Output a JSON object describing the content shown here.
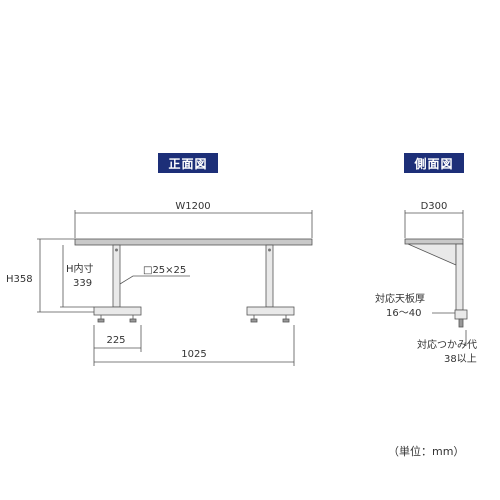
{
  "views": {
    "front_label": "正面図",
    "side_label": "側面図"
  },
  "dims": {
    "width": "W1200",
    "height": "H358",
    "inner_height_1": "H内寸",
    "inner_height_2": "339",
    "pipe": "□25×25",
    "foot_span": "225",
    "span": "1025",
    "depth": "D300",
    "top_thickness_1": "対応天板厚",
    "top_thickness_2": "16〜40",
    "grip_1": "対応つかみ代",
    "grip_2": "38以上"
  },
  "unit_label": "（単位：mm）",
  "colors": {
    "badge": "#1d2f78",
    "line": "#555555",
    "top": "#c9c9c9",
    "leg": "#e9e9e9"
  }
}
